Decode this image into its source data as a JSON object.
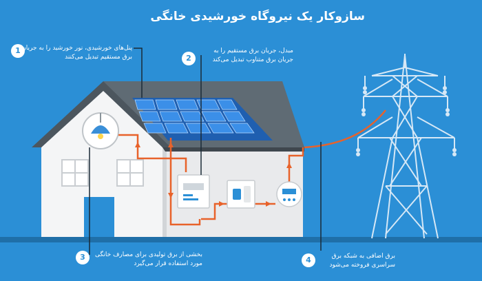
{
  "title": "سازوکار یک نیروگاه خورشیدی خانگی",
  "steps": [
    {
      "number": "1",
      "text": "پنل‌های خورشیدی، نور خورشید را به جریان برق مستقیم تبدیل می‌کنند"
    },
    {
      "number": "2",
      "text": "مبدل، جریان برق مستقیم را به جریان برق متناوب تبدیل می‌کند"
    },
    {
      "number": "3",
      "text": "بخشی از برق تولیدی برای مصارف خانگی مورد استفاده قرار می‌گیرد"
    },
    {
      "number": "4",
      "text": "برق اضافی به شبکه برق سراسری فروخته می‌شود"
    }
  ],
  "colors": {
    "background": "#2b8fd6",
    "house_wall": "#e9eaec",
    "roof": "#5f6b74",
    "panel": "#2f7fd9",
    "wire": "#e8622a",
    "ground": "#1f6fa8",
    "tower": "#d6e8f6"
  },
  "icons": [
    "lamp-icon",
    "solar-panel-icon",
    "inverter-icon",
    "battery-icon",
    "meter-icon",
    "power-tower-icon"
  ]
}
